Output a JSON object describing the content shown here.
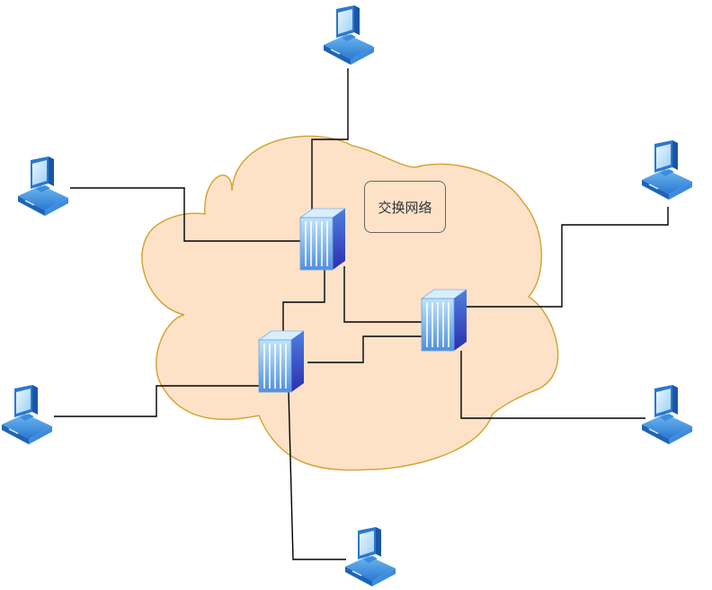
{
  "diagram": {
    "cloud_label": "交换网络",
    "colors": {
      "cloud_fill": "#fde2c8",
      "cloud_stroke": "#d6a53a",
      "link": "#000000",
      "device_light": "#cfe8fb",
      "device_mid": "#5aa5e6",
      "device_dark": "#2a6fc4",
      "switch_dark": "#2b2fae"
    },
    "nodes": [
      {
        "id": "switch-top",
        "type": "switch",
        "icon": "switch-icon"
      },
      {
        "id": "switch-right",
        "type": "switch",
        "icon": "switch-icon"
      },
      {
        "id": "switch-left",
        "type": "switch",
        "icon": "switch-icon"
      },
      {
        "id": "pc-top",
        "type": "computer",
        "icon": "computer-icon"
      },
      {
        "id": "pc-upper-left",
        "type": "computer",
        "icon": "computer-icon"
      },
      {
        "id": "pc-upper-right",
        "type": "computer",
        "icon": "computer-icon"
      },
      {
        "id": "pc-lower-left",
        "type": "computer",
        "icon": "computer-icon"
      },
      {
        "id": "pc-lower-right",
        "type": "computer",
        "icon": "computer-icon"
      },
      {
        "id": "pc-bottom",
        "type": "computer",
        "icon": "computer-icon"
      }
    ],
    "links": [
      [
        "pc-top",
        "switch-top"
      ],
      [
        "pc-upper-left",
        "switch-top"
      ],
      [
        "pc-upper-right",
        "switch-right"
      ],
      [
        "pc-lower-left",
        "switch-left"
      ],
      [
        "pc-lower-right",
        "switch-right"
      ],
      [
        "pc-bottom",
        "switch-left"
      ],
      [
        "switch-top",
        "switch-left"
      ],
      [
        "switch-top",
        "switch-right"
      ],
      [
        "switch-left",
        "switch-right"
      ]
    ]
  }
}
